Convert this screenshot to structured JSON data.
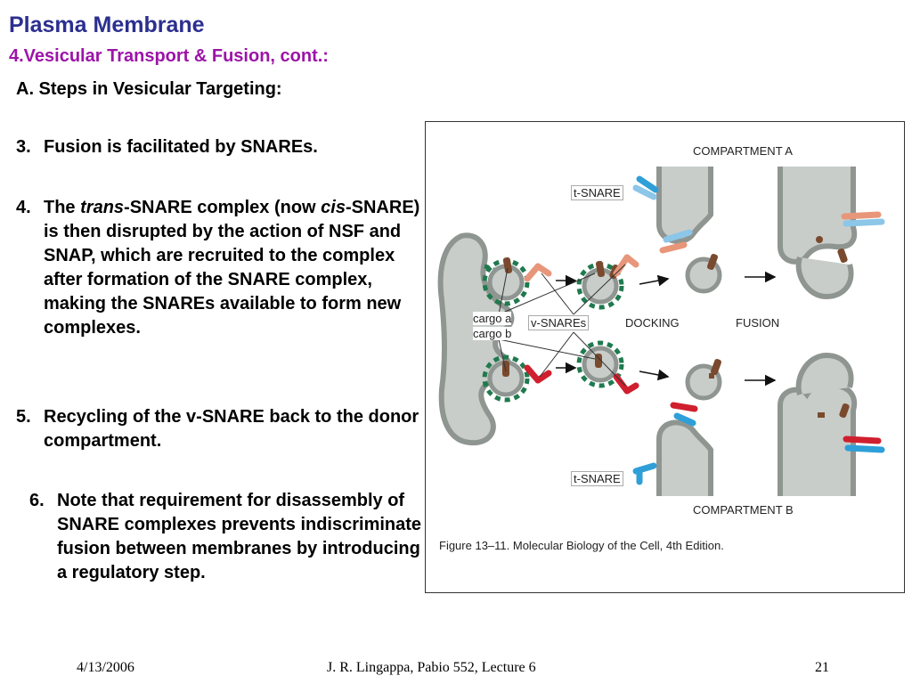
{
  "slide": {
    "title": "Plasma Membrane",
    "subtitle": "4.Vesicular Transport & Fusion, cont.:",
    "heading_a": "A.  Steps in Vesicular Targeting:",
    "item3": {
      "num": "3.",
      "text": "Fusion is facilitated by SNAREs."
    },
    "item4": {
      "num": "4.",
      "pre": "The ",
      "italic1": "trans",
      "mid": "-SNARE complex (now ",
      "italic2": "cis",
      "post": "-SNARE) is then disrupted by the action of NSF and SNAP, which are recruited to the complex after formation of the SNARE complex, making the SNAREs available to form new complexes."
    },
    "item5": {
      "num": "5.",
      "text": "Recycling of the v-SNARE back to the donor compartment."
    },
    "item6": {
      "num": "6.",
      "text": "Note that requirement for disassembly of SNARE complexes prevents indiscriminate fusion between membranes by introducing a regulatory step."
    }
  },
  "figure": {
    "compartment_a": "COMPARTMENT A",
    "compartment_b": "COMPARTMENT B",
    "t_snare_top": "t-SNARE",
    "t_snare_bottom": "t-SNARE",
    "v_snares": "v-SNAREs",
    "cargo_a": "cargo a",
    "cargo_b": "cargo b",
    "docking": "DOCKING",
    "fusion": "FUSION",
    "caption": "Figure 13–11. Molecular Biology of the Cell, 4th Edition.",
    "colors": {
      "membrane": "#c8cdc9",
      "membrane_edge": "#8f9591",
      "coat": "#1f7a4e",
      "cargo": "#7a4a2e",
      "snare_blue": "#2f9fd8",
      "snare_light_blue": "#8cc6e8",
      "snare_salmon": "#e8967a",
      "snare_red": "#d01f2e"
    }
  },
  "footer": {
    "date": "4/13/2006",
    "course": "J. R. Lingappa, Pabio 552, Lecture 6",
    "page": "21"
  }
}
